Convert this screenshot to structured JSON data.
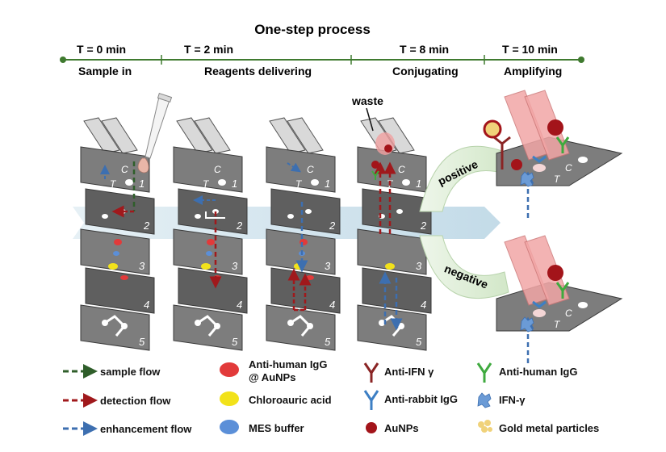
{
  "title": "One-step process",
  "timeline": [
    {
      "time": "T = 0 min",
      "stage": "Sample in"
    },
    {
      "time": "T = 2 min",
      "stage": "Reagents delivering"
    },
    {
      "time": "T = 8 min",
      "stage": "Conjugating"
    },
    {
      "time": "T = 10 min",
      "stage": "Amplifying"
    }
  ],
  "labels": {
    "waste": "waste",
    "positive": "positive",
    "negative": "negative",
    "zone_c": "C",
    "zone_t": "T",
    "panel_numbers": [
      "1",
      "2",
      "3",
      "4",
      "5"
    ]
  },
  "legend": {
    "flows": [
      {
        "label": "sample flow",
        "color": "#2f5e2a"
      },
      {
        "label": "detection flow",
        "color": "#a0191c"
      },
      {
        "label": "enhancement flow",
        "color": "#3d6fb0"
      }
    ],
    "reagents": [
      {
        "label_line1": "Anti-human IgG",
        "label_line2": "@ AuNPs",
        "color": "#e23a3a"
      },
      {
        "label_line1": "Chloroauric acid",
        "label_line2": "",
        "color": "#f2e21a"
      },
      {
        "label_line1": "MES buffer",
        "label_line2": "",
        "color": "#5b8fd8"
      }
    ],
    "antibodies": [
      {
        "label": "Anti-IFN γ",
        "icon": "anti-ifn-gamma-icon",
        "color": "#8a2424"
      },
      {
        "label": "Anti-rabbit IgG",
        "icon": "anti-rabbit-igg-icon",
        "color": "#3d7fc4"
      },
      {
        "label": "AuNPs",
        "icon": "aunp-icon",
        "color": "#a3141a"
      }
    ],
    "other": [
      {
        "label": "Anti-human IgG",
        "icon": "anti-human-igg-icon",
        "color": "#3faa3f"
      },
      {
        "label": "IFN-γ",
        "icon": "ifn-gamma-icon",
        "color": "#6b9bd6"
      },
      {
        "label": "Gold metal particles",
        "icon": "gold-particles-icon",
        "color": "#f0d27a"
      }
    ]
  },
  "colors": {
    "paper": "#7d7d7d",
    "paper_dark": "#5f5f5f",
    "timeline": "#3f7a2f",
    "band": "#cfe3ee",
    "arc": "#d9ead3"
  }
}
